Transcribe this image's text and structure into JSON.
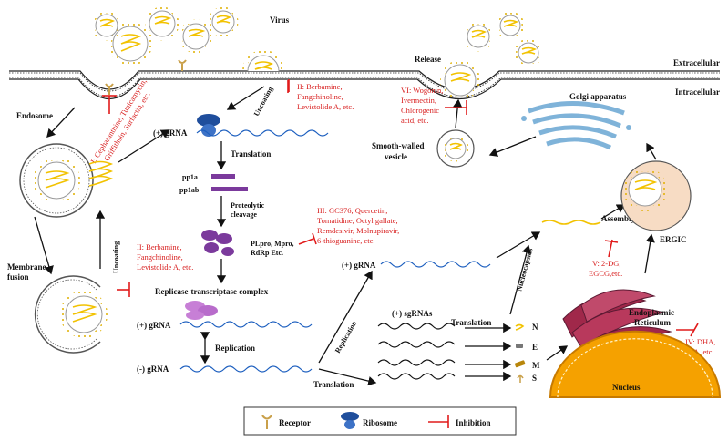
{
  "regions": {
    "extracellular": "Extracellular",
    "intracellular": "Intracellular"
  },
  "labels": {
    "virus": "Virus",
    "endosome": "Endosome",
    "membrane_fusion_1": "Membrane",
    "membrane_fusion_2": "fusion",
    "uncoating_top": "Uncoating",
    "uncoating_left": "Uncoating",
    "gRNA_top": "(+) gRNA",
    "translation_1": "Translation",
    "pp1a": "pp1a",
    "pp1ab": "pp1ab",
    "proteolytic_1": "Proteolytic",
    "proteolytic_2": "cleavage",
    "rdrp_1": "PLpro, Mpro,",
    "rdrp_2": "RdRp Etc.",
    "replicase": "Replicase-transcriptase complex",
    "gRNA_plus": "(+) gRNA",
    "replication_1": "Replication",
    "gRNA_minus": "(-) gRNA",
    "translation_2": "Translation",
    "replication_2": "Replication",
    "gRNA_mid": "(+) gRNA",
    "sgRNAs": "(+) sgRNAs",
    "translation_3": "Translation",
    "prot_N": "N",
    "prot_E": "E",
    "prot_M": "M",
    "prot_S": "S",
    "nucleocapsids": "Nucleocapsids",
    "release": "Release",
    "golgi": "Golgi apparatus",
    "smooth_vesicle_1": "Smooth-walled",
    "smooth_vesicle_2": "vesicle",
    "assembly": "Assembly",
    "ergic": "ERGIC",
    "er_1": "Endoplasmic",
    "er_2": "Reticulum",
    "nucleus": "Nucleus"
  },
  "inhibitors": {
    "I": [
      "I: Cepharanthine, Tunicamycin,",
      "Griffithsin, Surfactin, etc."
    ],
    "II_top": [
      "II: Berbamine,",
      "Fangchinoline,",
      "Levistolide A, etc."
    ],
    "II_left": [
      "II: Berbamine,",
      "Fangchinoline,",
      "Levistolide A, etc."
    ],
    "III": [
      "III: GC376, Quercetin,",
      "Tomatidine, Octyl gallate,",
      "Remdesivir, Molnupiravir,",
      "6-thioguanine, etc."
    ],
    "IV": [
      "IV: DHA,",
      "EPA, etc."
    ],
    "V": [
      "V: 2-DG,",
      "EGCG,etc."
    ],
    "VI": [
      "VI: Wogonin,",
      "Ivermectin,",
      "Chlorogenic",
      "acid, etc."
    ]
  },
  "legend": {
    "receptor": "Receptor",
    "ribosome": "Ribosome",
    "inhibition": "Inhibition"
  },
  "colors": {
    "rna": "#1d5fbf",
    "inhibitor": "#d81e1e",
    "purple": "#7b3a9c",
    "nucleus": "#f5a100",
    "er": "#a0284a",
    "golgi": "#7fb3d9",
    "coil": "#f2c200"
  }
}
